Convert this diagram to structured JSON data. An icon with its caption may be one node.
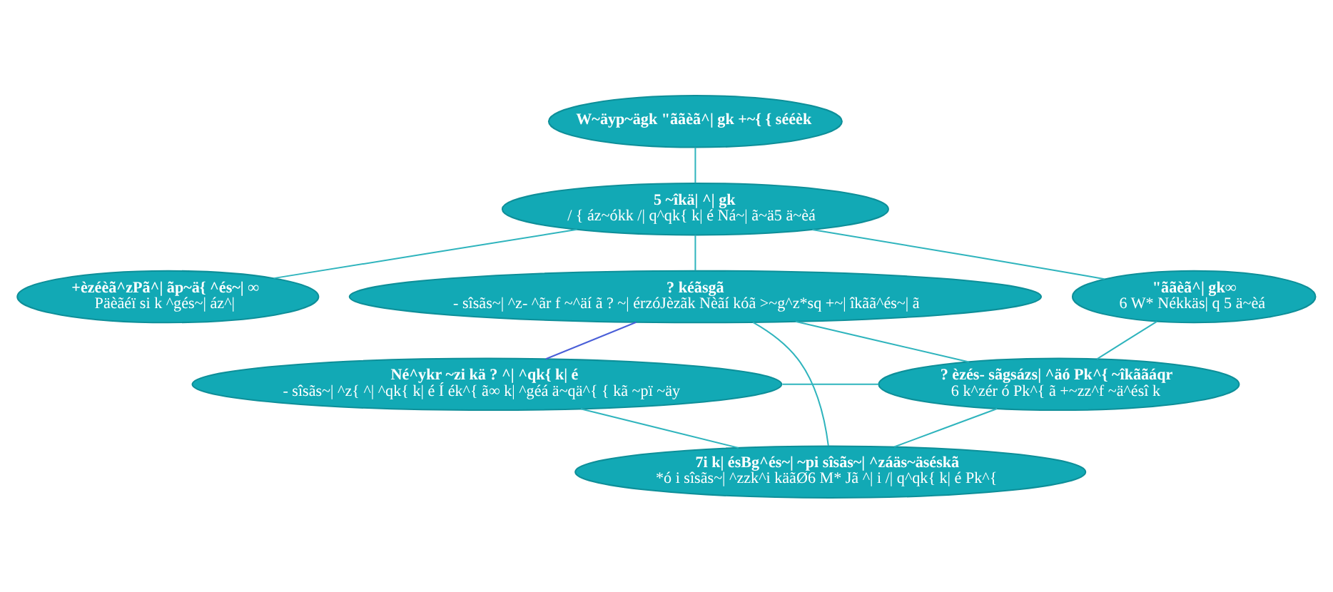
{
  "diagram": {
    "nodes": [
      {
        "text": [
          "W~äyp~ägk \"ããèã^| gk +~{ { sééèk"
        ]
      },
      {
        "text": [
          "5 ~îkä| ^| gk",
          "/ { áz~ókk /| q^qk{ k| é Ná~| ã~ä5 ä~èá"
        ]
      },
      {
        "text": [
          "+èzéèã^zPã^| ãp~ä{ ^és~| ∞",
          "Päèãéï si k ^gés~| áz^|"
        ]
      },
      {
        "text": [
          "? kéãsgã",
          "- sîsãs~| ^z- ^ãr f ~^äí ã ? ~| érzóJèzãk Nèãí kóã >~g^z*sq +~| îkãã^és~| ã"
        ]
      },
      {
        "text": [
          "\"ããèã^| gk∞",
          "6 W* Nékkäs| q 5 ä~èá"
        ]
      },
      {
        "text": [
          "Né^ykr ~zi kä ? ^| ^qk{ k| é",
          "- sîsãs~| ^z{ ^| ^qk{ k| é Í ék^{ ã∞ k| ^géá ä~qä^{ { kã ~pï ~äy"
        ]
      },
      {
        "text": [
          "? èzés- sãgsázs| ^äó Pk^{ ~îkããáqr",
          "6 k^zér ó Pk^{ ã +~zz^f ~ä^ésî k"
        ]
      },
      {
        "text": [
          "7i k| ésBg^és~| ~pi sîsãs~| ^záäs~äséskã",
          "*ó i sîsãs~| ^zzk^i käãØ6 M* Jã ^| i /| q^qk{ k| é Pk^{"
        ]
      }
    ],
    "edges": [
      {
        "from": 0,
        "to": 1,
        "arrow": "none"
      },
      {
        "from": 1,
        "to": 2,
        "arrow": "none"
      },
      {
        "from": 1,
        "to": 3,
        "arrow": "none"
      },
      {
        "from": 1,
        "to": 4,
        "arrow": "none"
      },
      {
        "from": 3,
        "to": 5,
        "arrow": "none",
        "color": "#4a5fd8"
      },
      {
        "from": 3,
        "to": 6,
        "arrow": "none"
      },
      {
        "from": 4,
        "to": 6,
        "arrow": "none"
      },
      {
        "from": 5,
        "to": 6,
        "arrow": "none"
      },
      {
        "from": 3,
        "to": 7,
        "arrow": "none"
      },
      {
        "from": 5,
        "to": 7,
        "arrow": "none"
      },
      {
        "from": 6,
        "to": 7,
        "arrow": "none"
      }
    ]
  }
}
